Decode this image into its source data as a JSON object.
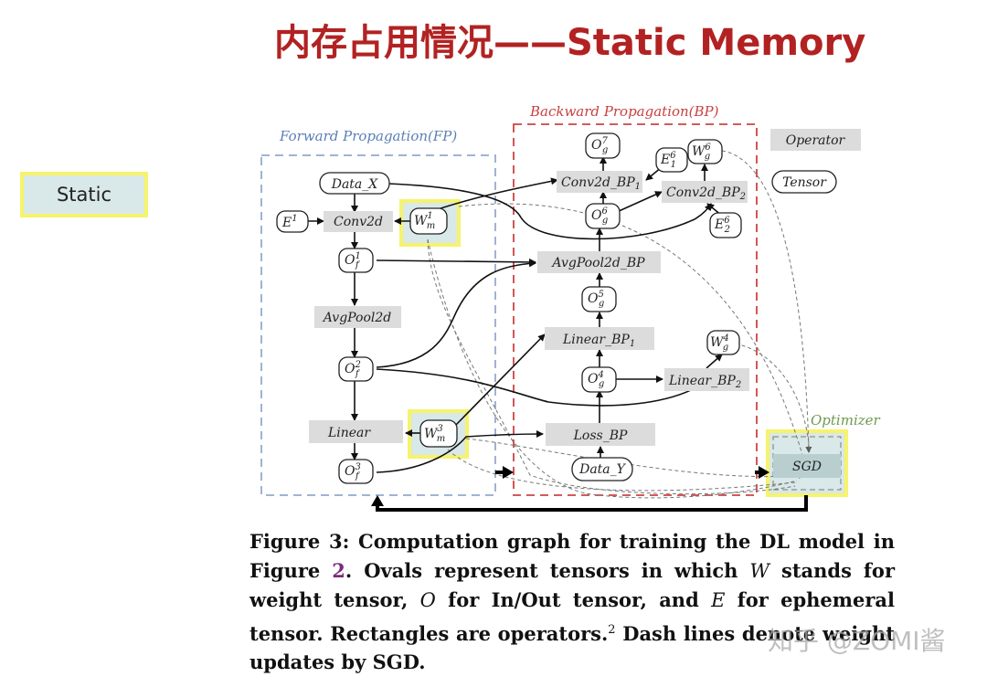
{
  "title": "内存占用情况——Static Memory",
  "static_label": "Static",
  "groups": {
    "forward": "Forward Propagation(FP)",
    "backward": "Backward Propagation(BP)",
    "optimizer": "Optimizer"
  },
  "legend": {
    "operator": "Operator",
    "tensor": "Tensor"
  },
  "colors": {
    "title": "#b22222",
    "forward_border": "#7f9cc4",
    "backward_border": "#cc4444",
    "optimizer_label": "#6f9a4e",
    "highlight_border": "#f6f36c",
    "highlight_fill": "#d9e8e8",
    "operator_fill": "#dcdcdc"
  },
  "operators": {
    "conv2d": "Conv2d",
    "avgpool2d": "AvgPool2d",
    "linear": "Linear",
    "conv2d_bp1": {
      "base": "Conv2d_BP",
      "sub": "1"
    },
    "conv2d_bp2": {
      "base": "Conv2d_BP",
      "sub": "2"
    },
    "avgpool2d_bp": "AvgPool2d_BP",
    "linear_bp1": {
      "base": "Linear_BP",
      "sub": "1"
    },
    "linear_bp2": {
      "base": "Linear_BP",
      "sub": "2"
    },
    "loss_bp": "Loss_BP",
    "sgd": "SGD"
  },
  "tensors": {
    "data_x": "Data_X",
    "data_y": "Data_Y",
    "e1": {
      "base": "E",
      "sup": "1"
    },
    "wm1": {
      "base": "W",
      "sup": "1",
      "sub": "m"
    },
    "of1": {
      "base": "O",
      "sup": "1",
      "sub": "f"
    },
    "of2": {
      "base": "O",
      "sup": "2",
      "sub": "f"
    },
    "of3": {
      "base": "O",
      "sup": "3",
      "sub": "f"
    },
    "wm3": {
      "base": "W",
      "sup": "3",
      "sub": "m"
    },
    "og7": {
      "base": "O",
      "sup": "7",
      "sub": "g"
    },
    "og6": {
      "base": "O",
      "sup": "6",
      "sub": "g"
    },
    "og5": {
      "base": "O",
      "sup": "5",
      "sub": "g"
    },
    "og4": {
      "base": "O",
      "sup": "4",
      "sub": "g"
    },
    "e16": {
      "base": "E",
      "sup": "6",
      "sub": "1"
    },
    "e26": {
      "base": "E",
      "sup": "6",
      "sub": "2"
    },
    "wg6": {
      "base": "W",
      "sup": "6",
      "sub": "g"
    },
    "wg4": {
      "base": "W",
      "sup": "4",
      "sub": "g"
    }
  },
  "caption": {
    "p1": "Figure 3: Computation graph for training the DL model in Figure ",
    "ref": "2",
    "p2": ". Ovals represent tensors in which ",
    "w": "W",
    "p3": " stands for weight tensor, ",
    "o": "O",
    "p4": " for In/Out tensor, and ",
    "e": "E",
    "p5": " for ephemeral tensor. Rectangles are operators.",
    "footnote": "2",
    "p6": " Dash lines denote weight updates by SGD."
  },
  "watermark": "知乎 @ZOMI酱"
}
